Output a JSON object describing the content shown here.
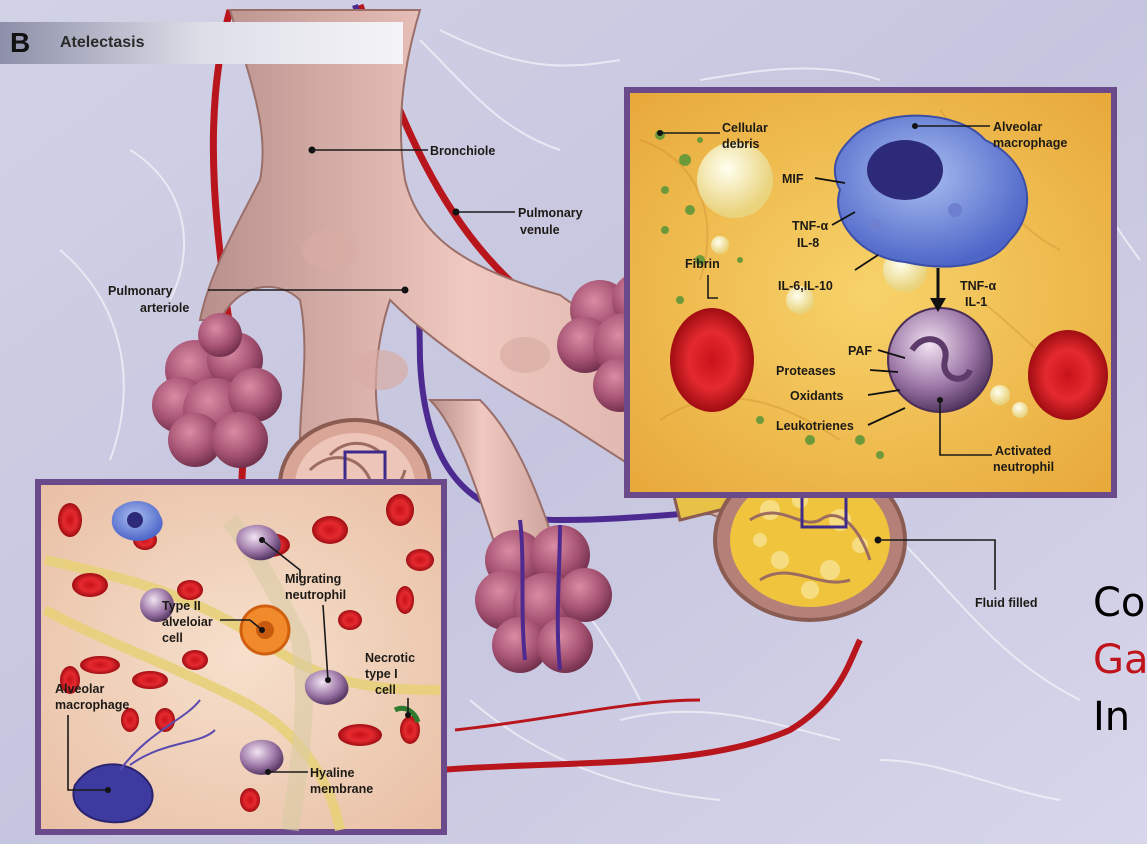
{
  "panel": {
    "letter": "B",
    "title": "Atelectasis"
  },
  "labels": {
    "bronchiole": "Bronchiole",
    "pulmonary_venule": [
      "Pulmonary",
      "venule"
    ],
    "pulmonary_arteriole": [
      "Pulmonary",
      "arteriole"
    ],
    "fluid_filled": "Fluid filled"
  },
  "inset_right": {
    "cellular_debris": [
      "Cellular",
      "debris"
    ],
    "alveolar_macrophage": [
      "Alveolar",
      "macrophage"
    ],
    "mif": "MIF",
    "tnf_il8": [
      "TNF-α",
      "IL-8"
    ],
    "fibrin": "Fibrin",
    "il6_il10": "IL-6,IL-10",
    "tnf_il1": [
      "TNF-α",
      "IL-1"
    ],
    "paf": "PAF",
    "proteases": "Proteases",
    "oxidants": "Oxidants",
    "leukotrienes": "Leukotrienes",
    "activated_neutrophil": [
      "Activated",
      "neutrophil"
    ]
  },
  "inset_left": {
    "migrating_neutrophil": [
      "Migrating",
      "neutrophil"
    ],
    "type2_cell": [
      "Type II",
      "alveloiar",
      "cell"
    ],
    "necrotic_type1": [
      "Necrotic",
      "type I",
      "cell"
    ],
    "alveolar_macrophage": [
      "Alveolar",
      "macrophage"
    ],
    "hyaline_membrane": [
      "Hyaline",
      "membrane"
    ]
  },
  "side_text": {
    "line1": "Co",
    "line2": "Ga",
    "line3": "In"
  },
  "colors": {
    "background": "#c9c8e0",
    "accent_red": "#b8151c",
    "inset_right_bg": "#f2c14c",
    "inset_left_bg": "#f2d2b8"
  }
}
